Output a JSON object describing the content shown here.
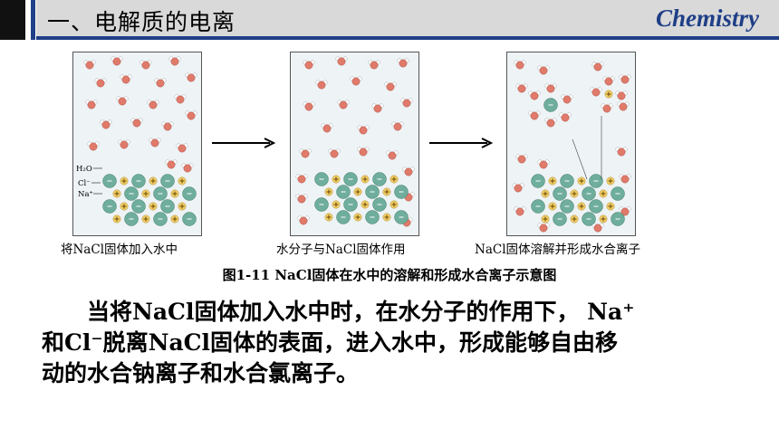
{
  "header": {
    "title": "一、电解质的电离",
    "subtitle": "Chemistry"
  },
  "figure": {
    "labels": {
      "water": "H₂O",
      "chloride": "Cl⁻",
      "sodium": "Na⁺"
    },
    "panels": [
      {
        "caption": "将NaCl固体加入水中"
      },
      {
        "caption": "水分子与NaCl固体作用"
      },
      {
        "caption": "NaCl固体溶解并形成水合离子"
      }
    ],
    "caption": "图1-11  NaCl固体在水中的溶解和形成水合离子示意图"
  },
  "body": {
    "lines": [
      "　　当将NaCl固体加入水中时，在水分子的作用下， Na⁺",
      "和Cl⁻脱离NaCl固体的表面，进入水中，形成能够自由移",
      "动的水合钠离子和水合氯离子。"
    ]
  },
  "colors": {
    "accent": "#1f3f87",
    "header_bg": "#d9d9d9",
    "chloride": "#6fae9c",
    "sodium": "#f2cf6b",
    "oxygen": "#e07a6a",
    "panel_bg": "#eef3f6"
  }
}
